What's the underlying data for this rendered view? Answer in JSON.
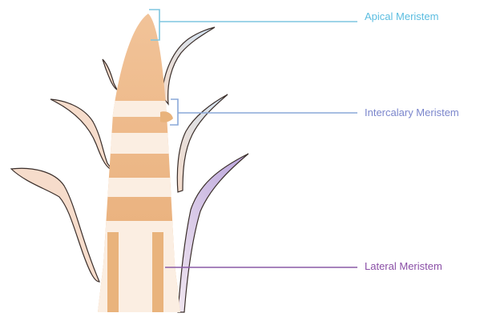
{
  "labels": {
    "apical": {
      "text": "Apical Meristem",
      "color": "#5bbde0"
    },
    "intercalary": {
      "text": "Intercalary Meristem",
      "color": "#7b86cc"
    },
    "lateral": {
      "text": "Lateral Meristem",
      "color": "#8a4fa6"
    }
  },
  "colors": {
    "tissue": "#e9b37c",
    "tissue_light": "#fbeee2",
    "leaf_fill": "#f6dccb",
    "outline": "#3a2e2a",
    "apical_line": "#7fc6e0",
    "intercalary_line": "#8aa8d8",
    "lateral_line": "#8a5aa6"
  }
}
